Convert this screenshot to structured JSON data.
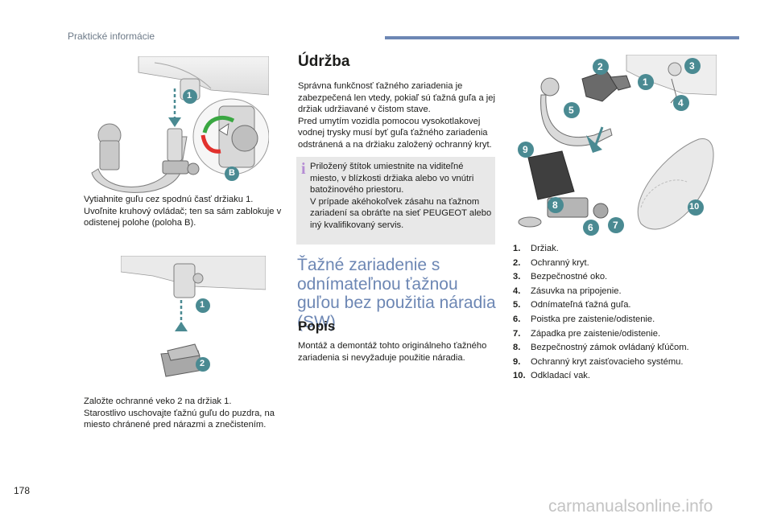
{
  "header": {
    "section": "Praktické informácie"
  },
  "figure_top_left": {
    "callout_1": "1",
    "callout_b": "B"
  },
  "instructions_1": [
    {
      "mark": "",
      "text": "Vytiahnite guľu cez spodnú časť držiaku 1."
    },
    {
      "mark": "",
      "text": "Uvoľnite kruhový ovládač; ten sa sám zablokuje v odistenej polohe (poloha B)."
    }
  ],
  "figure_bottom_left": {
    "callout_1": "1",
    "callout_2": "2"
  },
  "instructions_2": [
    {
      "mark": "",
      "text": "Založte ochranné veko 2 na držiak 1."
    },
    {
      "mark": "",
      "text": "Starostlivo uschovajte ťažnú guľu do puzdra, na miesto chránené pred nárazmi a znečistením."
    }
  ],
  "maintenance": {
    "title": "Údržba",
    "paragraph_1": "Správna funkčnosť ťažného zariadenia je zabezpečená len vtedy, pokiaľ sú ťažná guľa a jej držiak udržiavané v čistom stave.",
    "paragraph_2": "Pred umytím vozidla pomocou vysokotlakovej vodnej trysky musí byť guľa ťažného zariadenia odstránená a na držiaku založený ochranný kryt."
  },
  "info_box": {
    "icon": "i",
    "paragraph_1": "Priložený štítok umiestnite na viditeľné miesto, v blízkosti držiaka alebo vo vnútri batožinového priestoru.",
    "paragraph_2": "V prípade akéhokoľvek zásahu na ťažnom zariadení sa obráťte na sieť PEUGEOT alebo iný kvalifikovaný servis."
  },
  "towing_section": {
    "title": "Ťažné zariadenie s odnímateľnou ťažnou guľou bez použitia náradia (SW)",
    "subtitle": "Popis",
    "description": "Montáž a demontáž tohto originálneho ťažného zariadenia si nevyžaduje použitie náradia."
  },
  "figure_right": {
    "callouts": [
      "1",
      "2",
      "3",
      "4",
      "5",
      "6",
      "7",
      "8",
      "9",
      "10"
    ]
  },
  "legend": [
    {
      "num": "1.",
      "text": "Držiak."
    },
    {
      "num": "2.",
      "text": "Ochranný kryt."
    },
    {
      "num": "3.",
      "text": "Bezpečnostné oko."
    },
    {
      "num": "4.",
      "text": "Zásuvka na pripojenie."
    },
    {
      "num": "5.",
      "text": "Odnímateľná ťažná guľa."
    },
    {
      "num": "6.",
      "text": "Poistka pre zaistenie/odistenie."
    },
    {
      "num": "7.",
      "text": "Západka pre zaistenie/odistenie."
    },
    {
      "num": "8.",
      "text": "Bezpečnostný zámok ovládaný kľúčom."
    },
    {
      "num": "9.",
      "text": "Ochranný kryt zaisťovacieho systému."
    },
    {
      "num": "10.",
      "text": "Odkladací vak."
    }
  ],
  "footer": {
    "page_number": "178",
    "watermark": "carmanualsonline.info"
  },
  "colors": {
    "accent_blue": "#6d87b4",
    "callout_teal": "#4a8a92",
    "info_purple": "#b58cd4",
    "info_bg": "#e8e8e8"
  }
}
